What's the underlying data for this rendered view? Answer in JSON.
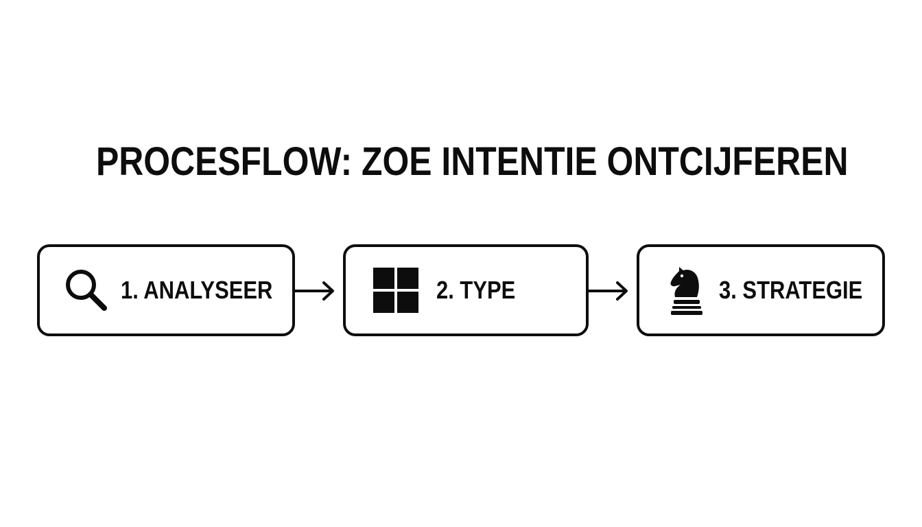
{
  "title": "PROCESFLOW: ZOE INTENTIE ONTCIJFEREN",
  "steps": [
    {
      "label": "1. ANALYSEER",
      "icon": "magnifying-glass-icon"
    },
    {
      "label": "2. TYPE",
      "icon": "four-squares-grid-icon"
    },
    {
      "label": "3. STRATEGIE",
      "icon": "chess-knight-icon"
    }
  ],
  "connectors": [
    "arrow-right-icon",
    "arrow-right-icon"
  ],
  "colors": {
    "ink": "#0d0d0d",
    "background": "#ffffff"
  }
}
